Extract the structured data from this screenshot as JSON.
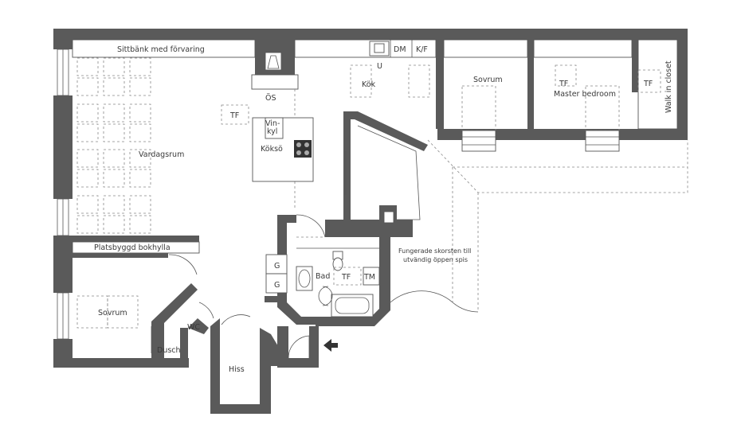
{
  "labels": {
    "sittbank": "Sittbänk med förvaring",
    "dm": "DM",
    "kf": "K/F",
    "u": "U",
    "kok": "Kök",
    "sovrum_top": "Sovrum",
    "master": "Master bedroom",
    "walkin": "Walk in closet",
    "os": "ÖS",
    "tf_living": "TF",
    "tf_master": "TF",
    "tf_walkin": "TF",
    "tf_bath": "TF",
    "vinkyl_a": "Vin-",
    "vinkyl_b": "kyl",
    "kokso": "Köksö",
    "vardagsrum": "Vardagsrum",
    "bokhylla": "Platsbyggd bokhylla",
    "g1": "G",
    "g2": "G",
    "bad": "Bad",
    "tm": "TM",
    "skorsten_a": "Fungerade skorsten till",
    "skorsten_b": "utvändig öppen spis",
    "sovrum_bottom": "Sovrum",
    "wc": "WC",
    "dusch": "Dusch",
    "hiss": "Hiss"
  }
}
